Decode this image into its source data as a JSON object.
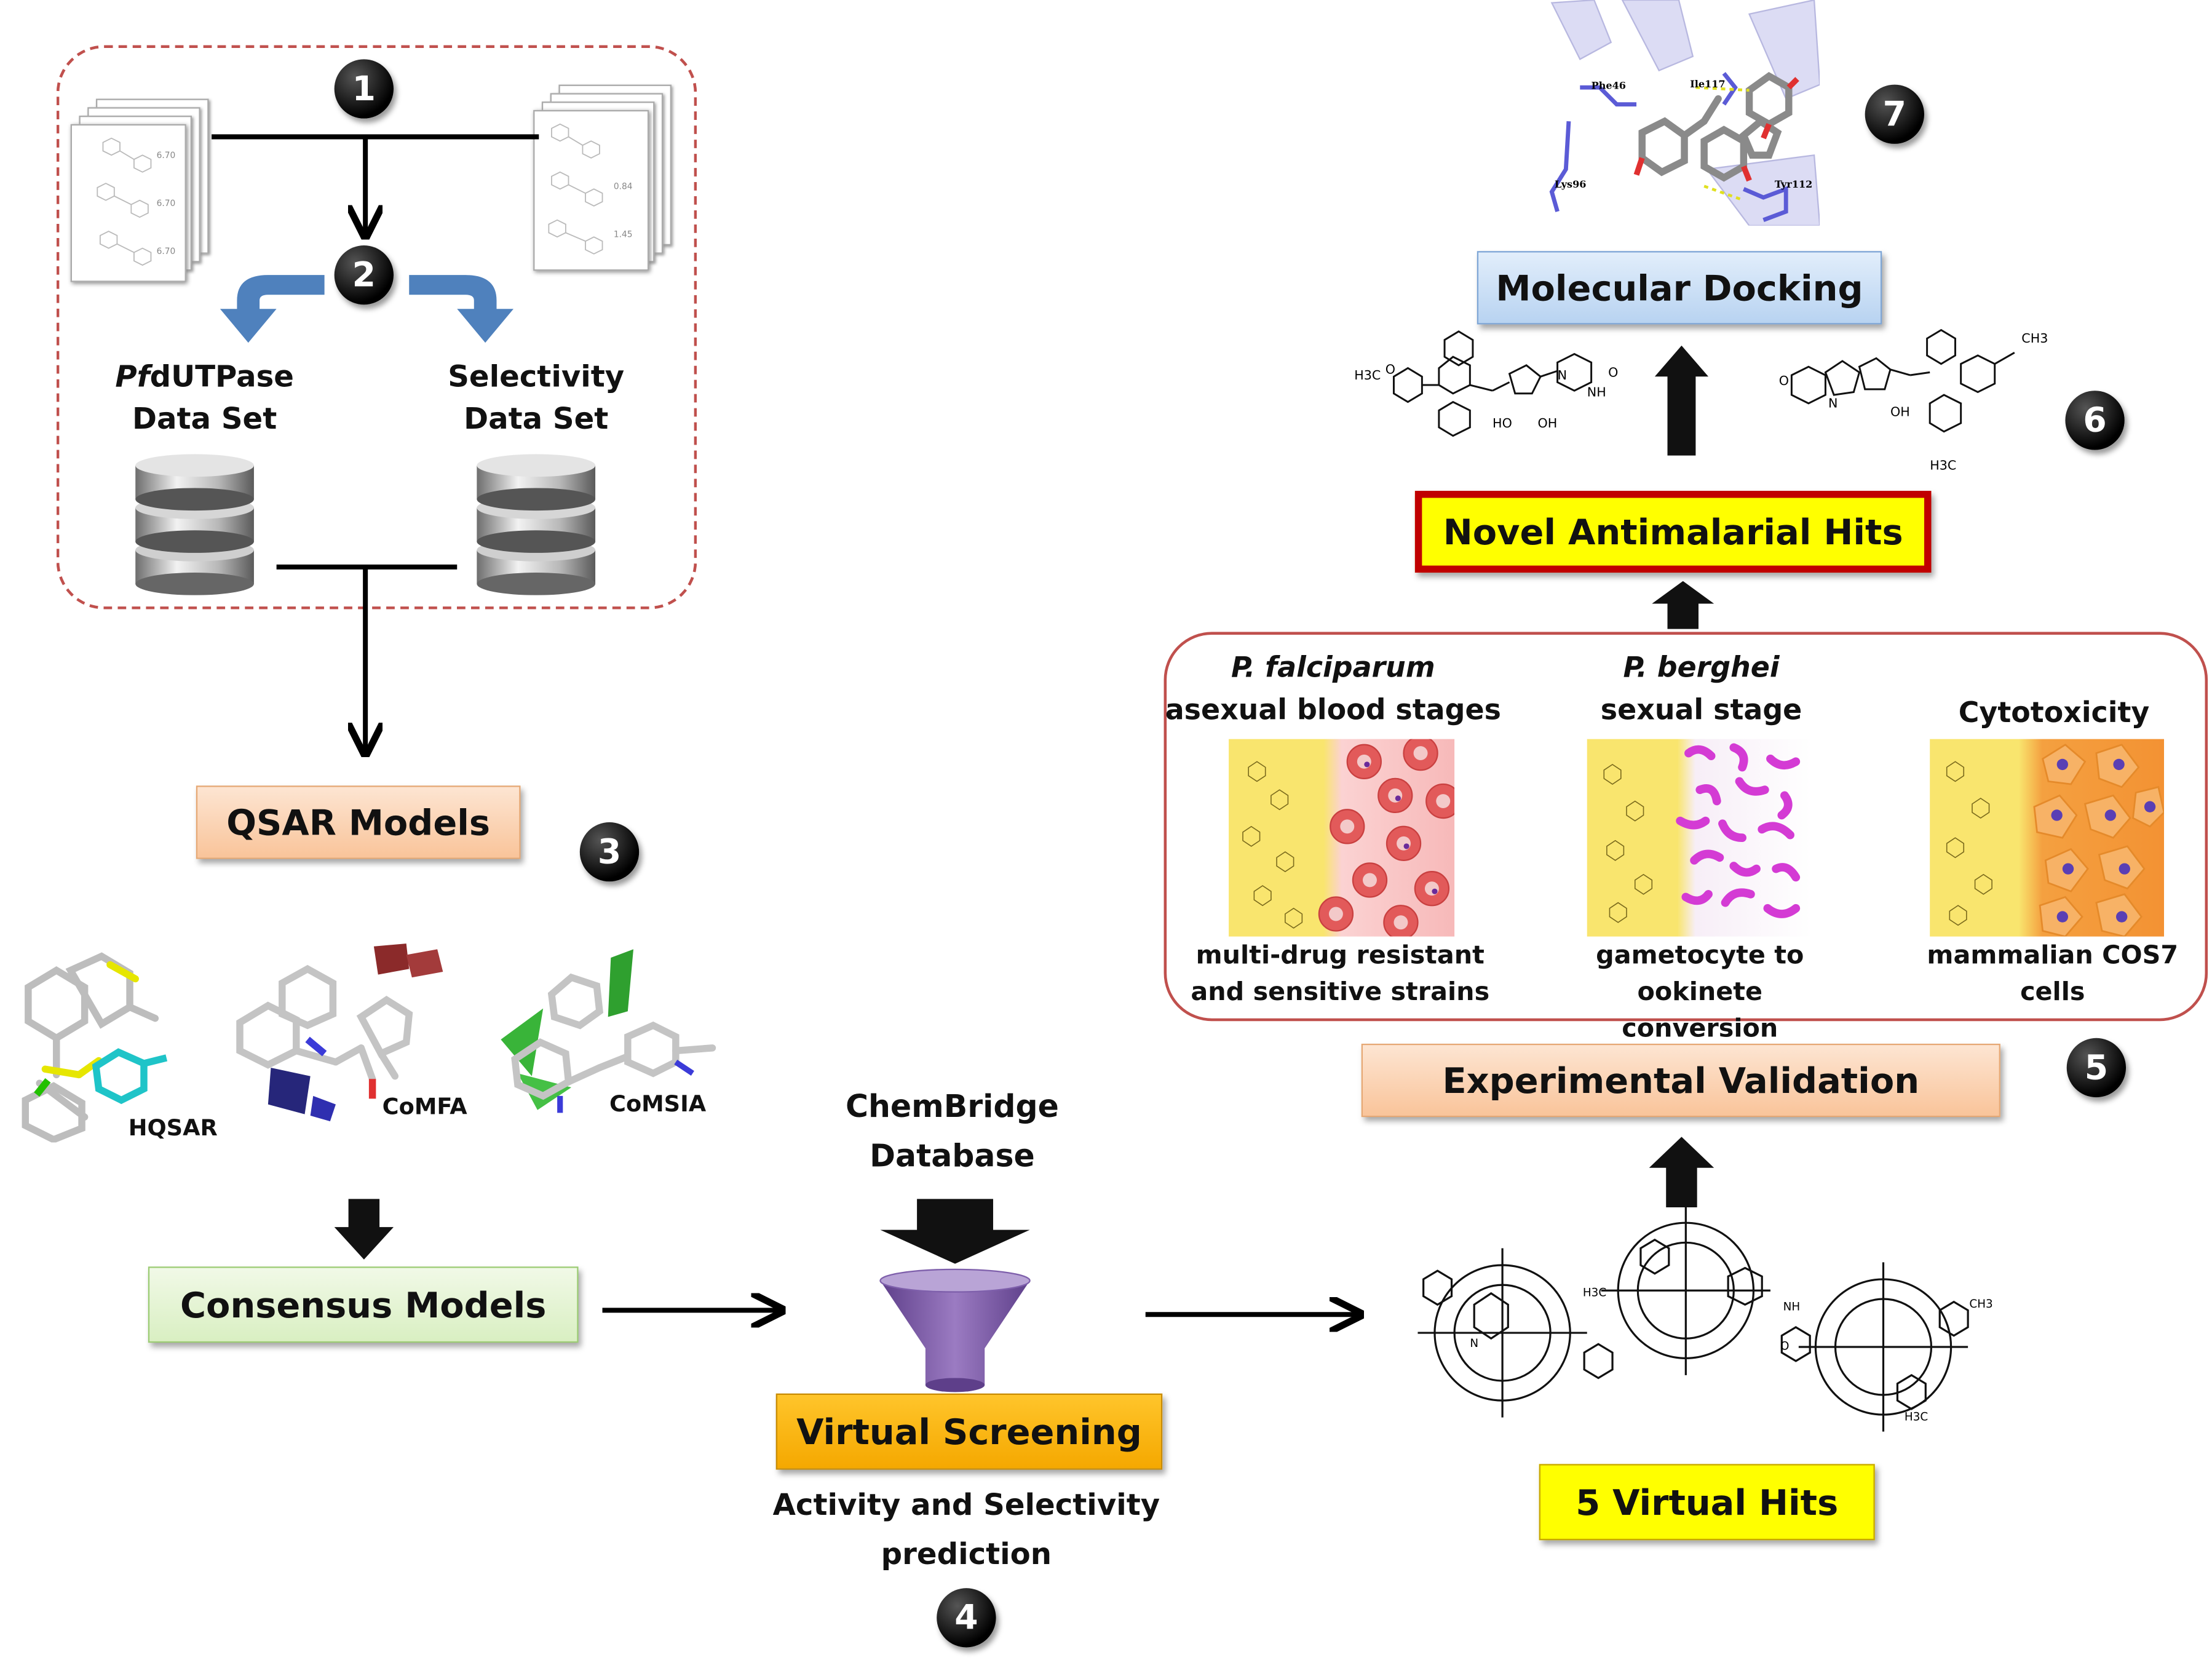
{
  "steps": [
    "1",
    "2",
    "3",
    "4",
    "5",
    "6",
    "7"
  ],
  "datasets": {
    "pf_italic": "Pf",
    "pf_rest": "dUTPase",
    "pf_line2": "Data Set",
    "sel_line1": "Selectivity",
    "sel_line2": "Data Set",
    "page_values_left": [
      "6.70",
      "6.70",
      "6.70"
    ],
    "page_values_right": [
      "0.84",
      "1.45"
    ]
  },
  "qsar": {
    "box": "QSAR Models",
    "hqsar": "HQSAR",
    "comfa": "CoMFA",
    "comsia": "CoMSIA"
  },
  "consensus": "Consensus Models",
  "chembridge": {
    "line1": "ChemBridge",
    "line2": "Database"
  },
  "virtual_screening": {
    "box": "Virtual Screening",
    "sub1": "Activity and Selectivity",
    "sub2": "prediction"
  },
  "virtual_hits": "5 Virtual Hits",
  "experimental": "Experimental Validation",
  "assays": [
    {
      "title_italic": "P. falciparum",
      "title": "asexual blood stages",
      "caption1": "multi-drug resistant",
      "caption2": "and sensitive strains"
    },
    {
      "title_italic": "P. berghei",
      "title": "sexual stage",
      "caption1": "gametocyte to ookinete",
      "caption2": "conversion"
    },
    {
      "title_italic": "",
      "title": "Cytotoxicity",
      "caption1": "mammalian COS7",
      "caption2": "cells"
    }
  ],
  "novel_hits": "Novel Antimalarial Hits",
  "docking": {
    "box": "Molecular Docking",
    "residues": [
      "Phe46",
      "Ile117",
      "Lys96",
      "Tyr112"
    ]
  },
  "molecule_labels": {
    "left": [
      "H3C",
      "O",
      "HO",
      "OH",
      "NH",
      "O",
      "N"
    ],
    "right": [
      "CH3",
      "O",
      "N",
      "OH",
      "H3C"
    ],
    "hits": [
      "H3C",
      "NH",
      "CH3",
      "H3C",
      "O",
      "N"
    ]
  },
  "colors": {
    "dashed_border": "#c0504d",
    "assay_border": "#c0504d",
    "arrow_blue": "#4f81bd",
    "funnel": "#8064a2",
    "red_frame": "#c00000"
  }
}
